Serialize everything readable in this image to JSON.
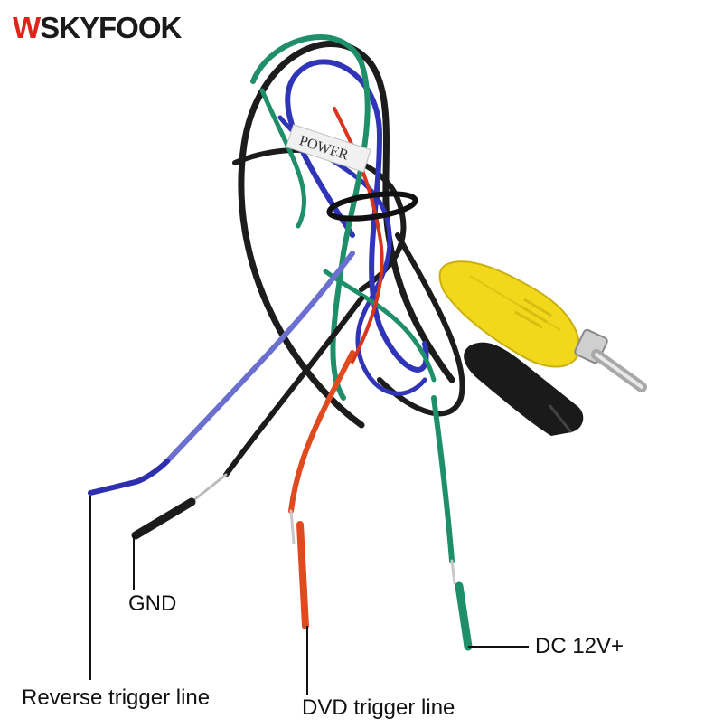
{
  "brand": {
    "logo_text": "WSKYFOOK",
    "first_letter": "W",
    "rest": "SKYFOOK",
    "color_first": "#e2231a",
    "color_rest": "#1a1a1a"
  },
  "cable_sleeve_text": "POWER",
  "labels": {
    "gnd": "GND",
    "reverse_trigger": "Reverse trigger line",
    "dvd_trigger": "DVD trigger line",
    "dc_power": "DC 12V+"
  },
  "wire_colors": {
    "reverse_trigger": "#2d2fae",
    "gnd": "#1b1b1b",
    "dvd_trigger": "#e04a1f",
    "dc_power": "#1f8f6a",
    "rca_connector": "#f2d81a"
  }
}
